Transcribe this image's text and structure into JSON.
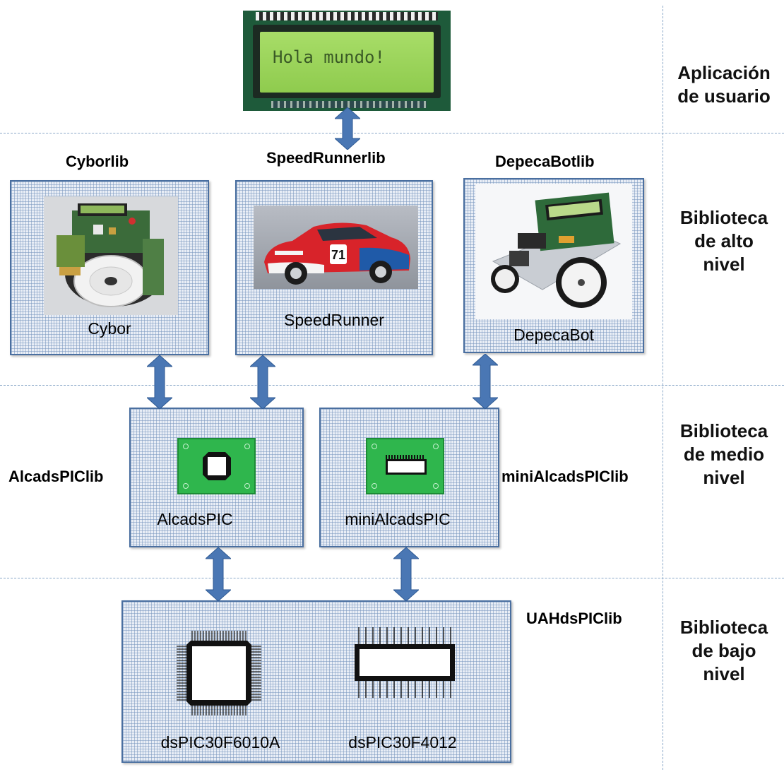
{
  "layers": [
    {
      "id": "user",
      "label": "Aplicación\nde usuario"
    },
    {
      "id": "high",
      "label": "Biblioteca\nde alto\nnivel"
    },
    {
      "id": "mid",
      "label": "Biblioteca\nde medio\nnivel"
    },
    {
      "id": "low",
      "label": "Biblioteca\nde bajo\nnivel"
    }
  ],
  "lcd": {
    "text": "Hola mundo!"
  },
  "high_level": {
    "cyborlib": {
      "title": "Cyborlib",
      "caption": "Cybor"
    },
    "speedrunnerlib": {
      "title": "SpeedRunnerlib",
      "caption": "SpeedRunner"
    },
    "depecabotlib": {
      "title": "DepecaBotlib",
      "caption": "DepecaBot"
    }
  },
  "mid_level": {
    "alcads": {
      "title": "AlcadsPIClib",
      "caption": "AlcadsPIC"
    },
    "minialcads": {
      "title": "miniAlcadsPIClib",
      "caption": "miniAlcadsPIC"
    }
  },
  "low_level": {
    "title": "UAHdsPIClib",
    "chips": [
      {
        "caption": "dsPIC30F6010A"
      },
      {
        "caption": "dsPIC30F4012"
      }
    ]
  },
  "car_number": "71",
  "colors": {
    "arrow": "#4a77b4",
    "box_border": "#4a6fa0",
    "pcb": "#2fb64d",
    "lcd": "#9bd35a",
    "dash": "#8aa8c8"
  }
}
